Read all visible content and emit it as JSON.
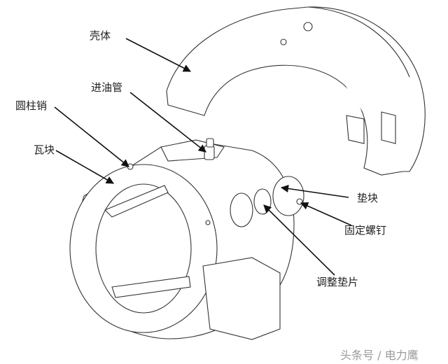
{
  "labels": {
    "housing": "壳体",
    "oil_inlet_pipe": "进油管",
    "cylindrical_pin": "圆柱销",
    "bearing_pad": "瓦块",
    "pad_block": "垫块",
    "fixing_screw": "固定螺钉",
    "adjusting_shim": "调整垫片"
  },
  "watermark": "头条号 / 电力鹰"
}
